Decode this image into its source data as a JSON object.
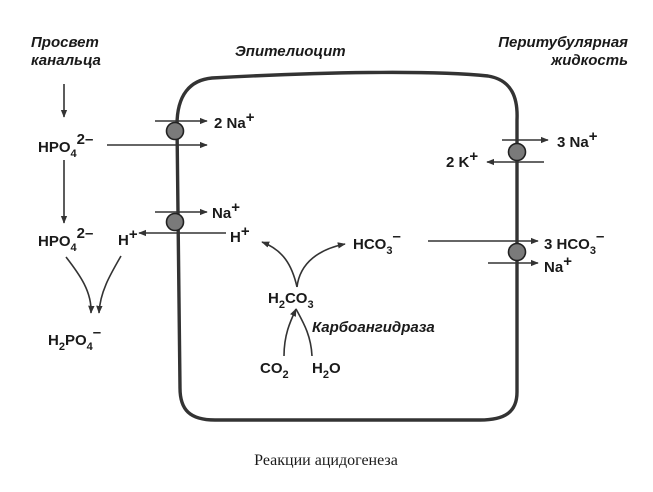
{
  "headers": {
    "lumen_line1": "Просвет",
    "lumen_line2": "канальца",
    "cell": "Эпителиоцит",
    "peri_line1": "Перитубулярная",
    "peri_line2": "жидкость"
  },
  "species": {
    "hpo4_base": "HPO",
    "hpo4_sub": "4",
    "hpo4_charge": "2–",
    "h_base": "H",
    "h_charge": "+",
    "na2_text": "2 Na",
    "na_text": "Na",
    "plus": "+",
    "hco3_base": "HCO",
    "hco3_sub": "3",
    "hco3_charge": "–",
    "na3_text": "3 Na",
    "k2_text": "2 K",
    "hco3_3_prefix": "3 HCO",
    "h2co3_h": "H",
    "h2co3_sub2": "2",
    "h2co3_co": "CO",
    "h2co3_sub3": "3",
    "h2po4_h": "H",
    "h2po4_sub2": "2",
    "h2po4_po": "PO",
    "h2po4_sub4": "4",
    "co2_base": "CO",
    "co2_sub": "2",
    "h2o_h": "H",
    "h2o_sub": "2",
    "h2o_o": "O"
  },
  "enzyme": "Карбоангидраза",
  "caption": "Реакции ацидогенеза",
  "colors": {
    "line": "#333333",
    "carrier": "#7a7a7a",
    "text": "#1a1a1a"
  }
}
